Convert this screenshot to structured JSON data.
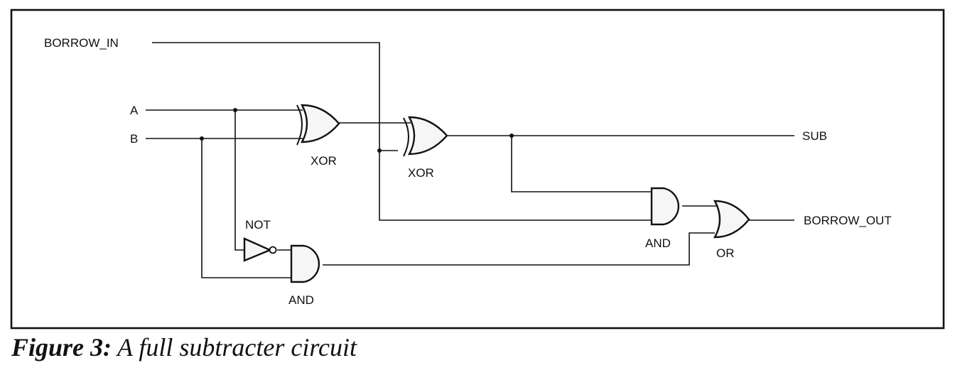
{
  "diagram": {
    "title": "Full subtracter circuit",
    "inputs": {
      "borrow_in": "BORROW_IN",
      "a": "A",
      "b": "B"
    },
    "outputs": {
      "sub": "SUB",
      "borrow_out": "BORROW_OUT"
    },
    "gates": {
      "xor1": "XOR",
      "xor2": "XOR",
      "not1": "NOT",
      "and1": "AND",
      "and2": "AND",
      "or1": "OR"
    }
  },
  "caption": {
    "number": "Figure 3:",
    "text": "A full subtracter circuit"
  }
}
